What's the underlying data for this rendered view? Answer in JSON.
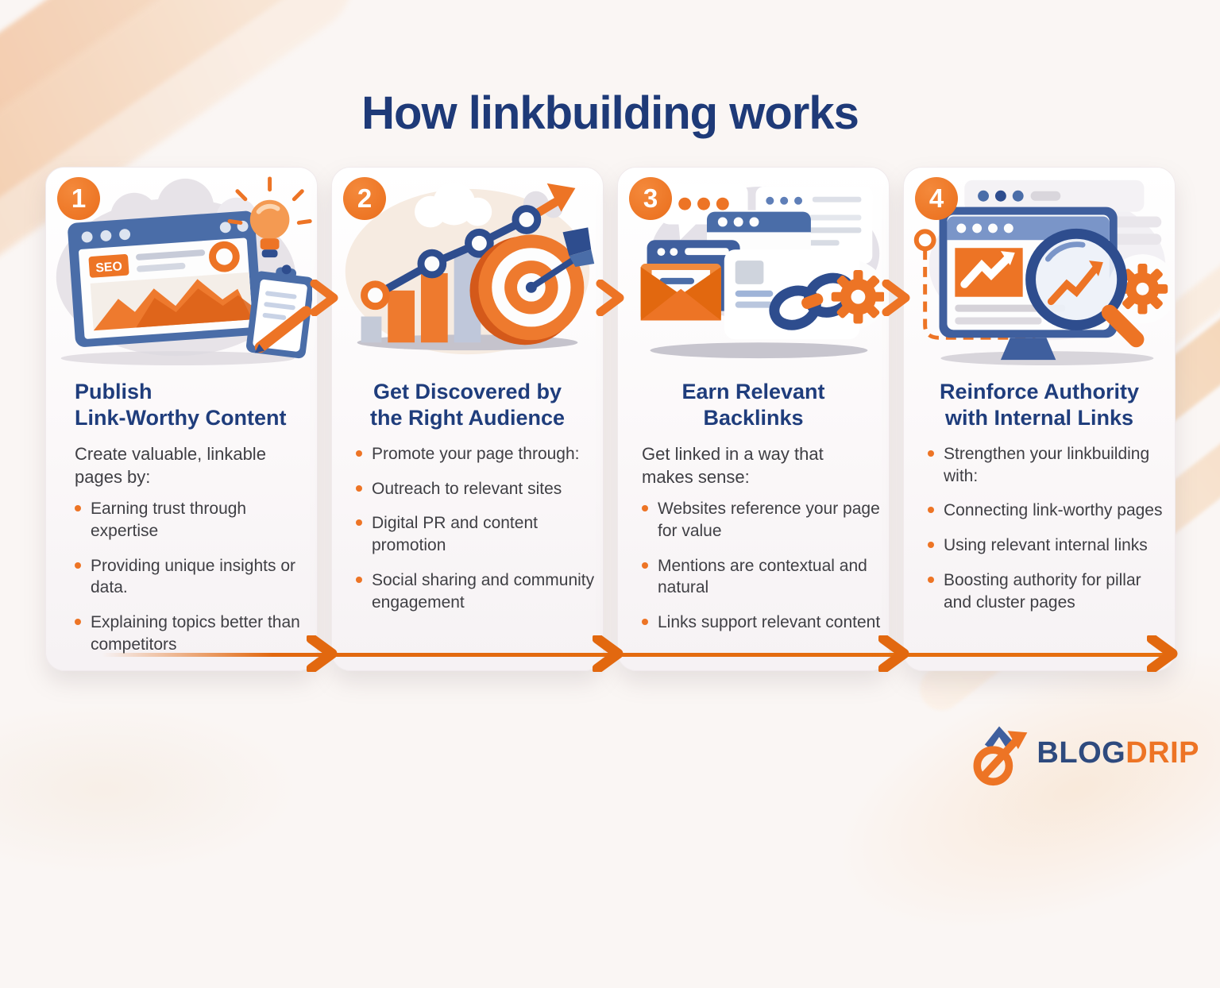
{
  "title": "How linkbuilding works",
  "brand": {
    "name_primary": "BLOG",
    "name_secondary": "DRIP"
  },
  "colors": {
    "accent_orange": "#ED7425",
    "heading_navy": "#1F3D7C",
    "title_navy": "#1E3A78",
    "body_text": "#3F3F44"
  },
  "steps": [
    {
      "number": "1",
      "heading1": "Publish",
      "heading2": "Link-Worthy Content",
      "intro": "Create valuable, linkable pages by:",
      "illustration": "browser-seo-lightbulb-clipboard",
      "illustration_label": "SEO",
      "bullets": [
        "Earning trust through expertise",
        "Providing unique insights or data.",
        "Explaining topics better than competitors"
      ]
    },
    {
      "number": "2",
      "heading1": "Get Discovered by",
      "heading2": "the Right Audience",
      "illustration": "growth-chart-target-arrow",
      "bullets": [
        "Promote your page through:",
        "Outreach to relevant sites",
        "Digital PR and content promotion",
        "Social sharing and community engagement"
      ]
    },
    {
      "number": "3",
      "heading1": "Earn Relevant",
      "heading2": "Backlinks",
      "intro": "Get linked in a way that makes sense:",
      "illustration": "windows-envelope-chainlink-gear",
      "bullets": [
        "Websites reference your page for value",
        "Mentions are contextual and natural",
        "Links support relevant content"
      ]
    },
    {
      "number": "4",
      "heading1": "Reinforce Authority",
      "heading2": "with Internal Links",
      "illustration": "monitor-magnifier-gear",
      "bullets": [
        "Strengthen your linkbuilding with:",
        "Connecting link-worthy pages",
        "Using relevant internal links",
        "Boosting authority for pillar and cluster pages"
      ]
    }
  ]
}
